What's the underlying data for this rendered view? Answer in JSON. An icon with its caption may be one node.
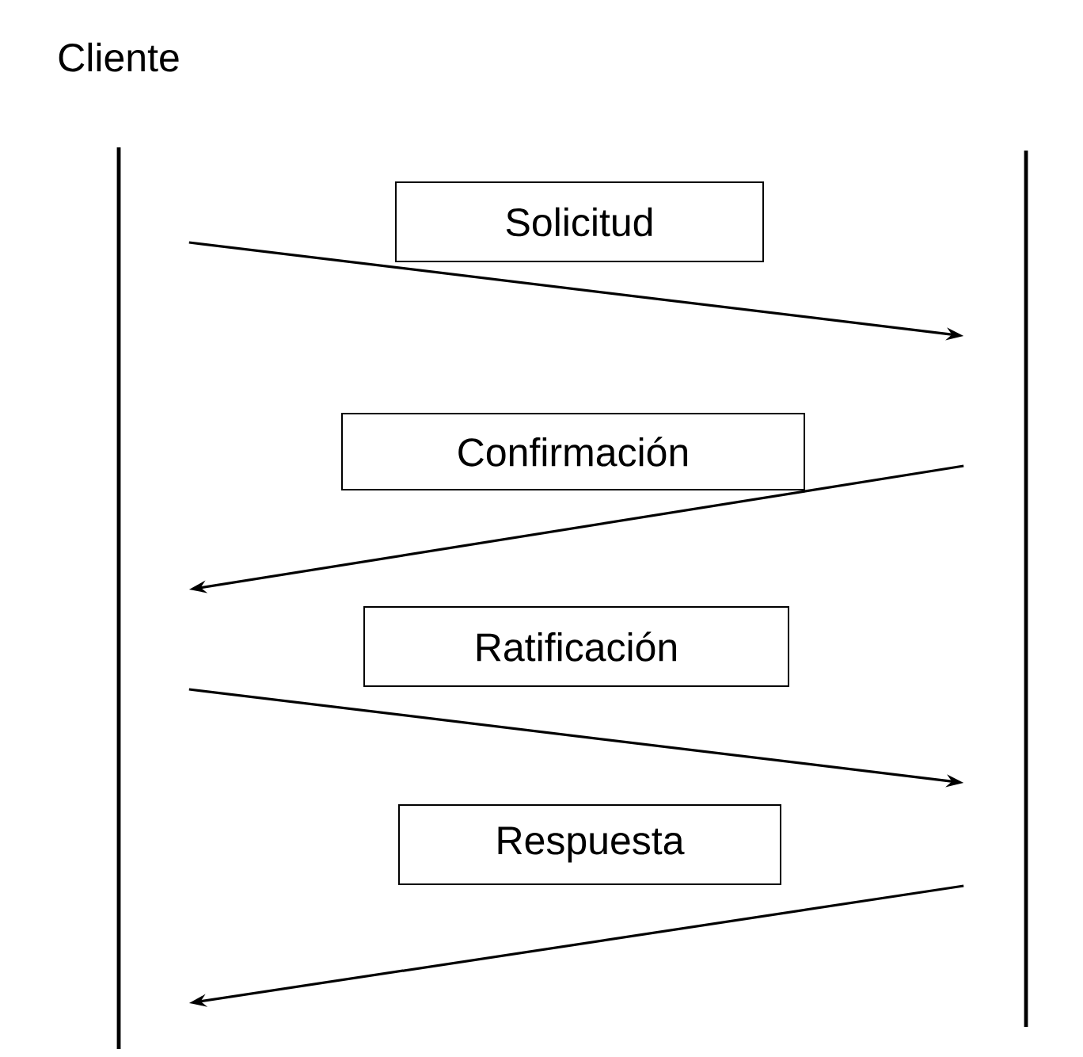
{
  "diagram": {
    "nodes": [
      {
        "text": [
          "Cliente"
        ]
      },
      {
        "text": [],
        "shape": "bar"
      }
    ],
    "edges": [
      {
        "from": 0,
        "to": 1,
        "arrow": "to",
        "label": "Solicitud"
      },
      {
        "from": 1,
        "to": 0,
        "arrow": "to",
        "label": "Confirmación"
      },
      {
        "from": 0,
        "to": 1,
        "arrow": "to",
        "label": "Ratificación"
      },
      {
        "from": 1,
        "to": 0,
        "arrow": "to",
        "label": "Respuesta"
      }
    ]
  }
}
